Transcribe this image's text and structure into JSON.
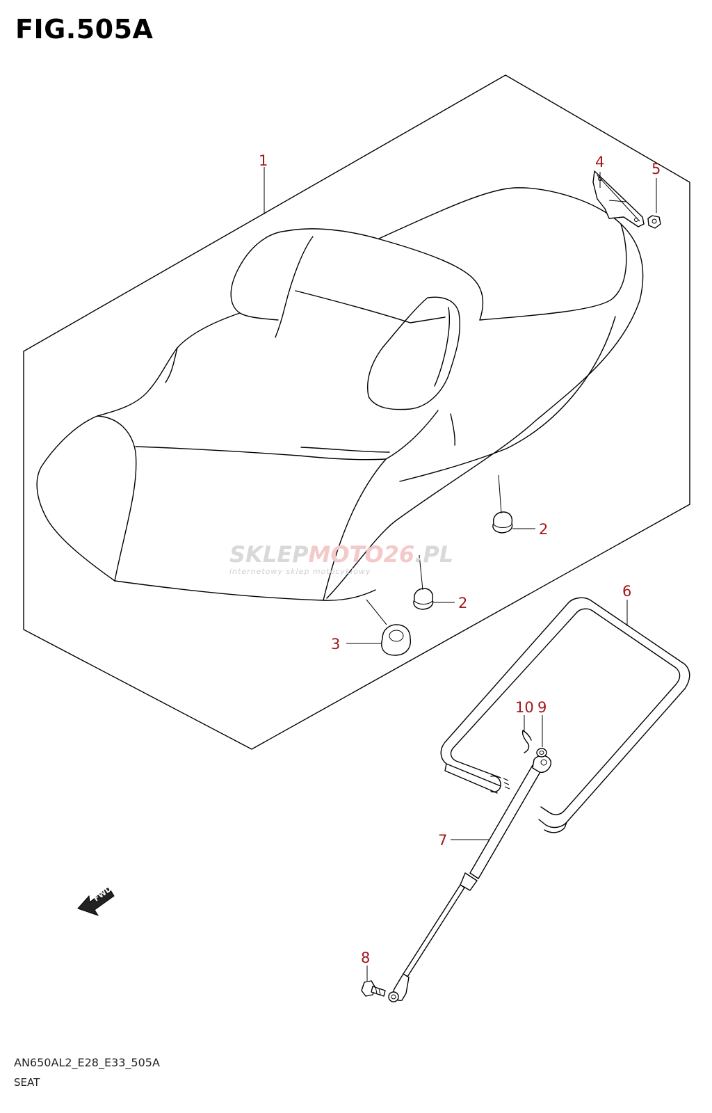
{
  "figure": {
    "title": "FIG.505A",
    "code": "AN650AL2_E28_E33_505A",
    "name": "SEAT"
  },
  "watermark": {
    "main_prefix": "SKLEP",
    "main_accent": "MOTO",
    "main_badge": "26",
    "main_suffix": ".PL",
    "subtitle": "internetowy sklep motocyklowy"
  },
  "fwd_label": "FWD",
  "callouts": [
    {
      "id": "1",
      "part": "seat-assembly"
    },
    {
      "id": "2",
      "part": "cushion-a"
    },
    {
      "id": "2",
      "part": "cushion-b"
    },
    {
      "id": "3",
      "part": "cushion-large"
    },
    {
      "id": "4",
      "part": "bracket"
    },
    {
      "id": "5",
      "part": "nut"
    },
    {
      "id": "6",
      "part": "seal"
    },
    {
      "id": "7",
      "part": "damper"
    },
    {
      "id": "8",
      "part": "bolt"
    },
    {
      "id": "9",
      "part": "washer"
    },
    {
      "id": "10",
      "part": "clip"
    }
  ],
  "colors": {
    "callout": "#a3161a",
    "line": "#000000"
  }
}
